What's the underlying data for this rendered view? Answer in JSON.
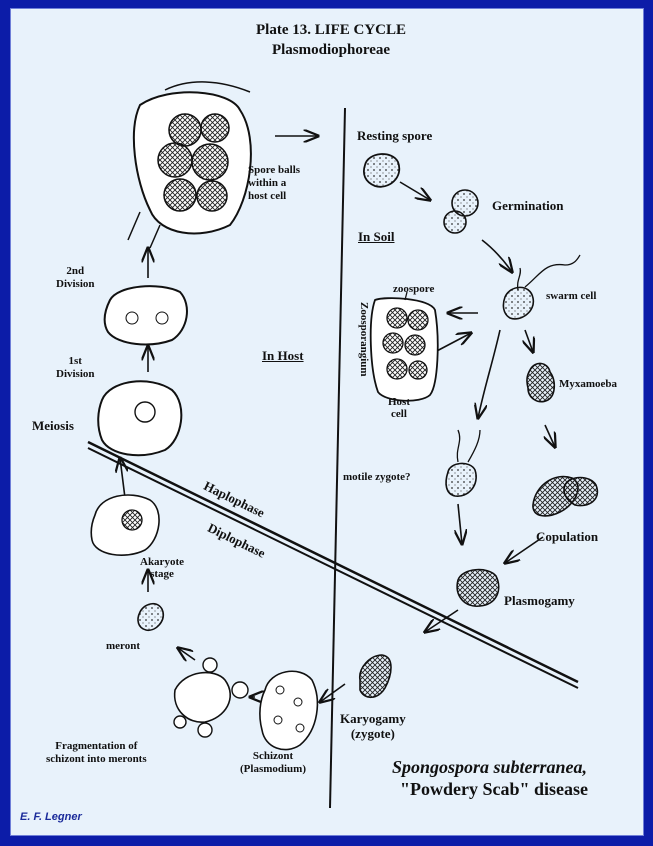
{
  "title": "Plate 13.  LIFE CYCLE",
  "subtitle": "Plasmodiophoreae",
  "labels": {
    "spore_balls": "Spore balls\nwithin a\nhost cell",
    "resting_spore": "Resting spore",
    "germination": "Germination",
    "in_soil": "In Soil",
    "zoospore": "zoospore",
    "zoosporangium": "Zoosporangium",
    "swarm_cell": "swarm cell",
    "host_cell": "Host\ncell",
    "myxamoeba": "Myxamoeba",
    "second_division": "2nd\nDivision",
    "first_division": "1st\nDivision",
    "in_host": "In Host",
    "meiosis": "Meiosis",
    "haplophase": "Haplophase",
    "diplophase": "Diplophase",
    "motile_zygote": "motile zygote?",
    "copulation": "Copulation",
    "akaryote_stage": "Akaryote\nstage",
    "plasmogamy": "Plasmogamy",
    "meront": "meront",
    "karyogamy": "Karyogamy\n(zygote)",
    "fragmentation": "Fragmentation of\nschizont into meronts",
    "schizont": "Schizont\n(Plasmodium)",
    "species": "Spongospora subterranea,",
    "disease": "\"Powdery Scab\" disease",
    "credit": "E. F. Legner"
  },
  "colors": {
    "frame": "#0c1ca8",
    "plate": "#e8f2fb",
    "ink": "#111111",
    "credit": "#1a2a9a"
  }
}
